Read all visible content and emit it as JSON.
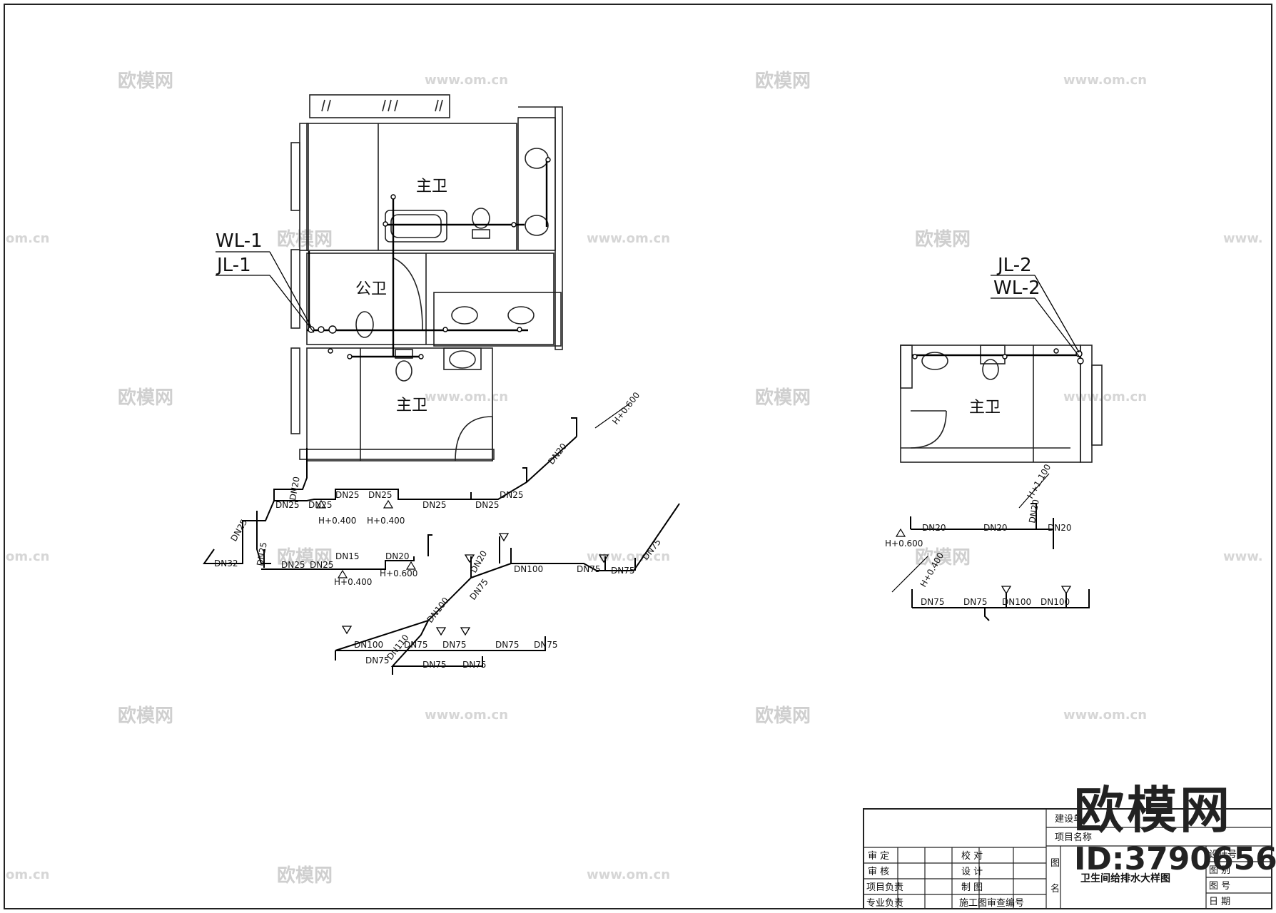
{
  "watermark": {
    "logo": "欧模网",
    "url": "www.om.cn",
    "url_edge": "om.cn",
    "url_edge_right": "www.",
    "id": "ID:3790656"
  },
  "left_plan": {
    "rooms": {
      "master_bath_top": "主卫",
      "public_bath": "公卫",
      "master_bath_bottom": "主卫"
    },
    "risers": {
      "wl": "WL-1",
      "jl": "JL-1"
    }
  },
  "right_plan": {
    "rooms": {
      "master_bath": "主卫"
    },
    "risers": {
      "jl": "JL-2",
      "wl": "WL-2"
    }
  },
  "pipe_labels": {
    "dn15": "DN15",
    "dn20": "DN20",
    "dn25": "DN25",
    "dn32": "DN32",
    "dn75": "DN75",
    "dn100": "DN100",
    "dn110": "DN110"
  },
  "elevations": {
    "h600": "H+0.600",
    "h400": "H+0.400",
    "h1100": "H+1.100"
  },
  "title_block": {
    "rows": [
      "审  定",
      "审  核",
      "项目负责",
      "专业负责"
    ],
    "roles": [
      "校  对",
      "设  计",
      "制  图"
    ],
    "review_no": "施工图审查编号",
    "build_unit": "建设单",
    "project_name": "项目名称",
    "drawing_name_1": "图",
    "drawing_name_2": "名",
    "drawing_title": "卫生间给排水大样图",
    "right_fields": [
      "设计号",
      "图 别",
      "图 号",
      "日 期"
    ]
  }
}
